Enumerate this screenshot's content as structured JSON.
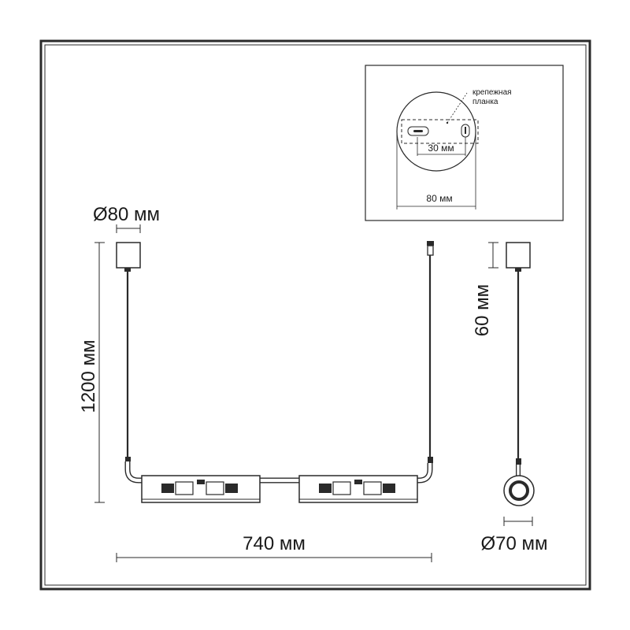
{
  "inset": {
    "label_bracket": "крепежная",
    "label_bracket_2": "планка",
    "dim_inner": "30 мм",
    "dim_outer": "80 мм"
  },
  "dims": {
    "canopy_diameter": "Ø80 мм",
    "height": "1200 мм",
    "width": "740 мм",
    "side_offset": "60 мм",
    "ring_diameter": "Ø70 мм"
  }
}
